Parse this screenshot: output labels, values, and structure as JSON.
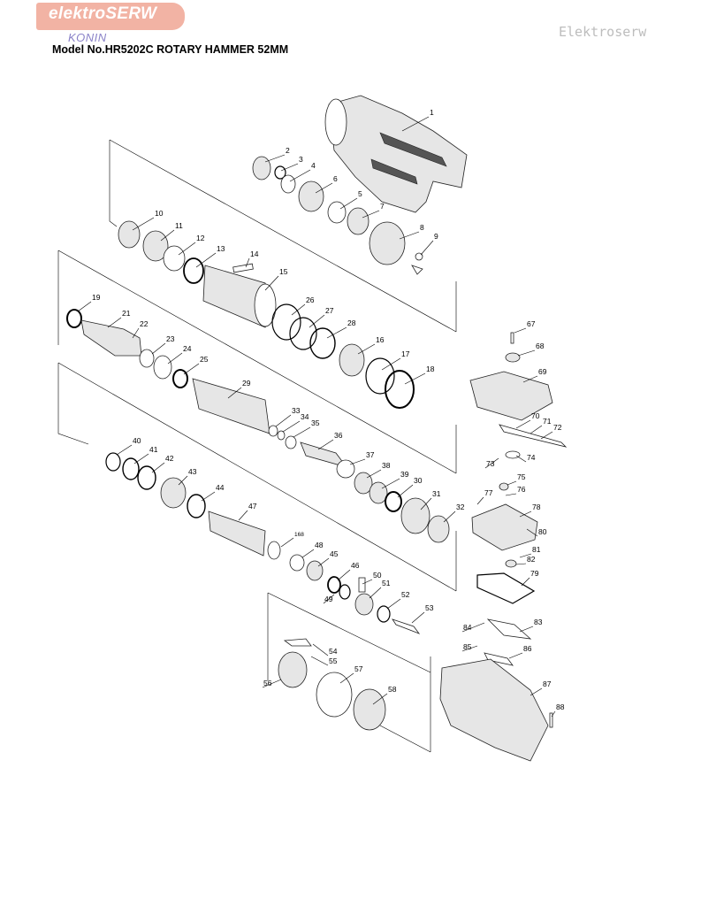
{
  "header": {
    "logo": "elektroSERW",
    "logo_sub": "KONIN",
    "model": "Model No.HR5202C ROTARY HAMMER 52MM",
    "watermark": "Elektroserw"
  },
  "part_numbers": [
    "1",
    "2",
    "3",
    "4",
    "5",
    "6",
    "7",
    "8",
    "9",
    "10",
    "11",
    "12",
    "13",
    "14",
    "15",
    "16",
    "17",
    "18",
    "19",
    "21",
    "22",
    "23",
    "24",
    "25",
    "26",
    "27",
    "28",
    "29",
    "30",
    "31",
    "32",
    "33",
    "34",
    "35",
    "36",
    "37",
    "38",
    "39",
    "40",
    "41",
    "42",
    "43",
    "44",
    "45",
    "46",
    "47",
    "48",
    "49",
    "50",
    "51",
    "52",
    "53",
    "54",
    "55",
    "56",
    "57",
    "58",
    "67",
    "68",
    "69",
    "70",
    "71",
    "72",
    "73",
    "74",
    "75",
    "76",
    "77",
    "78",
    "79",
    "80",
    "81",
    "82",
    "83",
    "84",
    "85",
    "86",
    "87",
    "88",
    "168"
  ],
  "colors": {
    "logo_bg": "#f2b3a4",
    "logo_sub": "#8a82c8",
    "watermark": "#bdbdbd"
  }
}
